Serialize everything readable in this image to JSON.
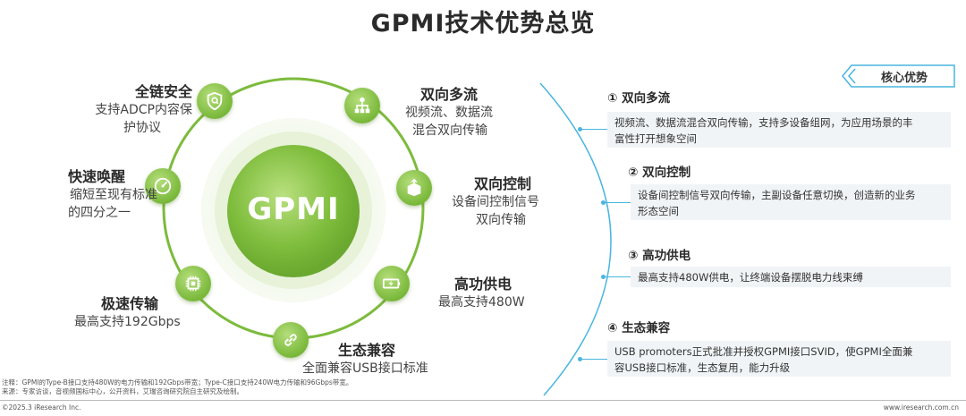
{
  "title": "GPMI技术优势总览",
  "center": "GPMI",
  "features": [
    {
      "title": "全链安全",
      "desc": [
        "支持ADCP内容保",
        "护协议"
      ],
      "icon": "shield-icon"
    },
    {
      "title": "双向多流",
      "desc": [
        "视频流、数据流",
        "混合双向传输"
      ],
      "icon": "network-icon"
    },
    {
      "title": "快速唤醒",
      "desc": [
        "缩短至现有标准",
        "的四分之一"
      ],
      "icon": "gauge-icon"
    },
    {
      "title": "双向控制",
      "desc": [
        "设备间控制信号",
        "双向传输"
      ],
      "icon": "box-arrows-icon"
    },
    {
      "title": "极速传输",
      "desc": [
        "最高支持192Gbps"
      ],
      "icon": "chip-icon"
    },
    {
      "title": "高功供电",
      "desc": [
        "最高支持480W"
      ],
      "icon": "battery-icon"
    },
    {
      "title": "生态兼容",
      "desc": [
        "全面兼容USB接口标准"
      ],
      "icon": "link-icon"
    }
  ],
  "badge": "核心优势",
  "advantages": [
    {
      "title": "① 双向多流",
      "lines": [
        "视频流、数据流混合双向传输，支持多设备组网，为应用场景的丰",
        "富性打开想象空间"
      ]
    },
    {
      "title": "② 双向控制",
      "lines": [
        "设备间控制信号双向传输，主副设备任意切换，创造新的业务",
        "形态空间"
      ]
    },
    {
      "title": "③ 高功供电",
      "lines": [
        "最高支持480W供电，让终端设备摆脱电力线束缚"
      ]
    },
    {
      "title": "④ 生态兼容",
      "lines": [
        "USB promoters正式批准并授权GPMI接口SVID，使GPMI全面兼",
        "容USB接口标准，生态复用，能力升级"
      ]
    }
  ],
  "notes": {
    "note": "注释：GPMI的Type-B接口支持480W的电力传输和192Gbps带宽；Type-C接口支持240W电力传输和96Gbps带宽。",
    "source": "来源：专家访谈，音视频国标中心，公开资料，艾瑞咨询研究院自主研究及绘制。"
  },
  "footer": {
    "left": "©2025.3 iResearch Inc.",
    "right": "www.iresearch.com.cn"
  },
  "colors": {
    "green": "#79b83a",
    "blue": "#49b5df",
    "box": "#f1f4f7"
  }
}
